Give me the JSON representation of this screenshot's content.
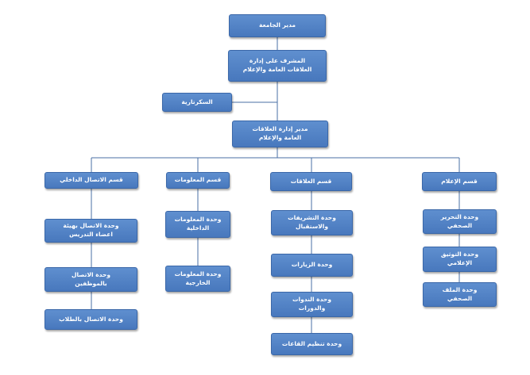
{
  "nodes": {
    "president": "مدير الجامعة",
    "supervisor": "المشرف على إدارة\nالعلاقات العامة والإعلام",
    "secretariat": "السكرتارية",
    "director": "مدير إدارة العلاقات\nالعامة والإعلام",
    "dept_media": "قسم الإعلام",
    "dept_relations": "قسم العلاقات",
    "dept_information": "قسم المعلومات",
    "dept_internal_comm": "قسم الاتصال الداخلي",
    "unit_press_editing": "وحدة التحرير\nالصحفي",
    "unit_media_documentation": "وحدة التوثيق\nالإعلامي",
    "unit_press_file": "وحدة الملف\nالصحفي",
    "unit_ceremonies": "وحدة التشريفات\nوالاستقبال",
    "unit_visits": "وحدة الزيارات",
    "unit_seminars": "وحدة الندوات\nوالدورات",
    "unit_halls": "وحدة تنظيم القاعات",
    "unit_internal_info": "وحدة المعلومات\nالداخلية",
    "unit_external_info": "وحدة المعلومات\nالخارجية",
    "unit_faculty_comm": "وحدة الاتصال بهيئة\nاعضاء التدريس",
    "unit_staff_comm": "وحدة الاتصال\nبالموظفين",
    "unit_student_comm": "وحدة الاتصال بالطلاب"
  }
}
